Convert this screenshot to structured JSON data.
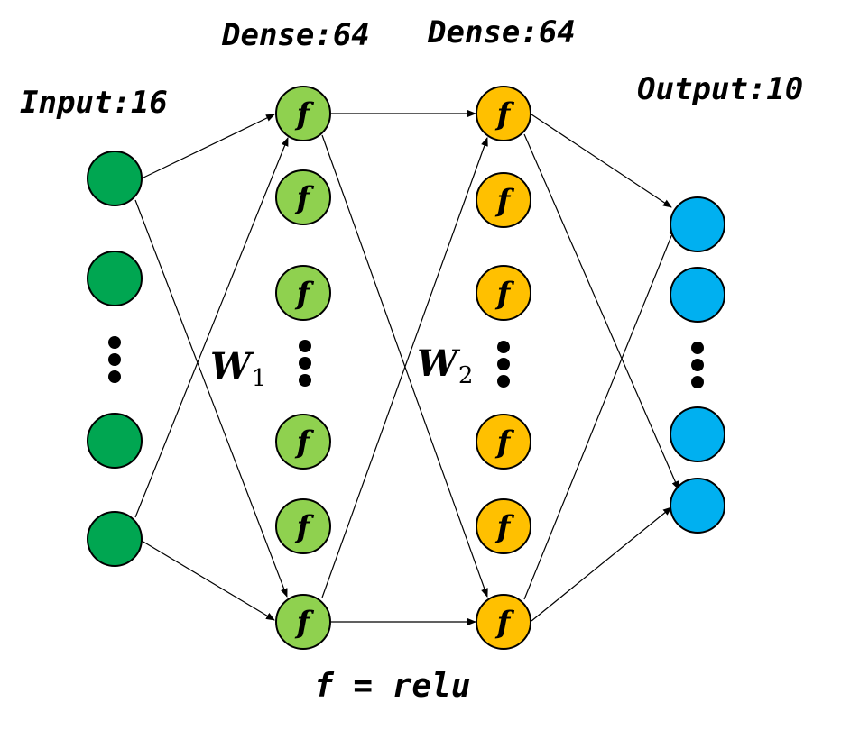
{
  "labels": {
    "input": "Input:16",
    "dense1": "Dense:64",
    "dense2": "Dense:64",
    "output": "Output:10",
    "activation": "f = relu"
  },
  "weights": {
    "w1": {
      "symbol": "W",
      "subscript": "1"
    },
    "w2": {
      "symbol": "W",
      "subscript": "2"
    }
  },
  "neuron_symbol": "f",
  "colors": {
    "input": "#00a651",
    "dense1": "#8fd14f",
    "dense2": "#ffc000",
    "output": "#00b0f0",
    "stroke": "#000000"
  }
}
